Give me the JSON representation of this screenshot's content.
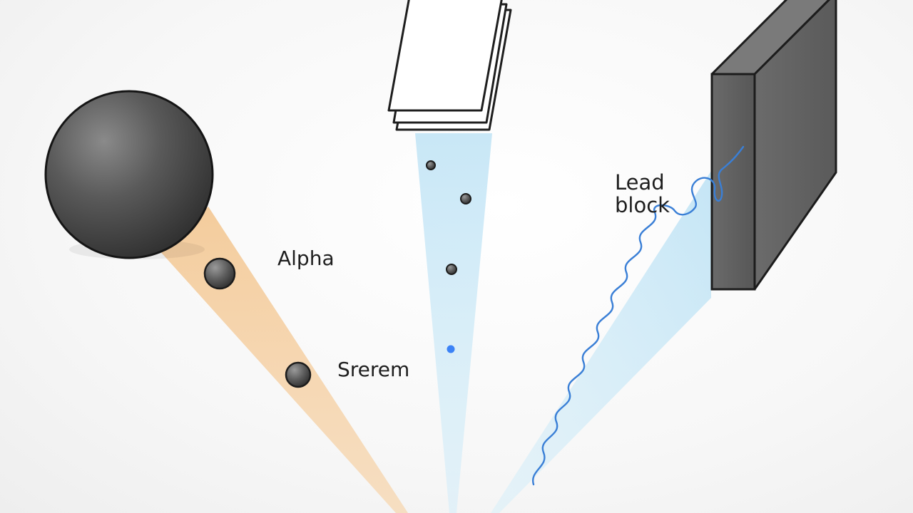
{
  "labels": {
    "alpha": "Alpha",
    "second": "Srerem",
    "lead_line1": "Lead",
    "lead_line2": "block"
  },
  "colors": {
    "alpha_beam": "#f3c48c",
    "paper_beam": "#bfe3f5",
    "gamma_beam": "#bfe3f5",
    "wave": "#3a7fd6",
    "source_sphere": "#4a4a4a",
    "lead_block_front": "#5d5d5d",
    "lead_block_side": "#6a6a6a",
    "paper_sheet": "#ffffff",
    "blue_particle": "#3b82f6"
  },
  "icons": {
    "source": "radioactive-source-sphere",
    "paper": "paper-sheets-stack",
    "lead": "lead-block-slab"
  }
}
